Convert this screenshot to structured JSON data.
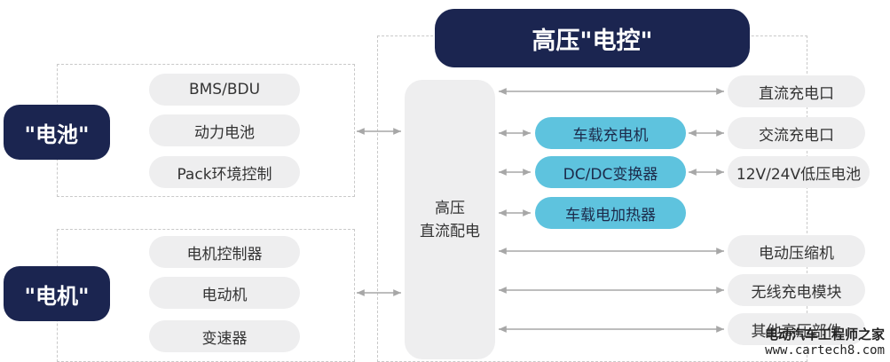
{
  "title": "高压\"电控\"",
  "battery_group": {
    "label": "\"电池\"",
    "items": [
      "BMS/BDU",
      "动力电池",
      "Pack环境控制"
    ]
  },
  "motor_group": {
    "label": "\"电机\"",
    "items": [
      "电机控制器",
      "电动机",
      "变速器"
    ]
  },
  "center": {
    "line1": "高压",
    "line2": "直流配电"
  },
  "mid_modules": [
    "车载充电机",
    "DC/DC变换器",
    "车载电加热器"
  ],
  "right_items": [
    "直流充电口",
    "交流充电口",
    "12V/24V低压电池",
    "电动压缩机",
    "无线充电模块",
    "其他高压部件"
  ],
  "watermark": {
    "line1": "电动汽车工程师之家",
    "line2": "www.cartech8.com"
  },
  "colors": {
    "dark_navy": "#1b2550",
    "pill_gray": "#eeeeef",
    "accent_cyan": "#5ec3de",
    "dashed_border": "#c9c9c9",
    "arrow": "#a7a7a7"
  }
}
